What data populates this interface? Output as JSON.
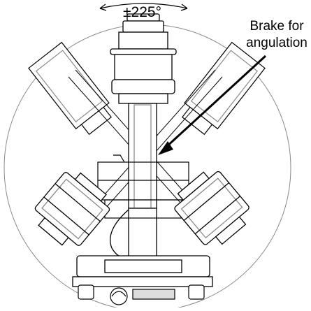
{
  "diagram": {
    "rotation_label": "±225°",
    "callout": {
      "line1": "Brake for",
      "line2": "angulation"
    }
  },
  "colors": {
    "line": "#000000",
    "light_line": "#8a8a8a",
    "background": "#ffffff"
  }
}
